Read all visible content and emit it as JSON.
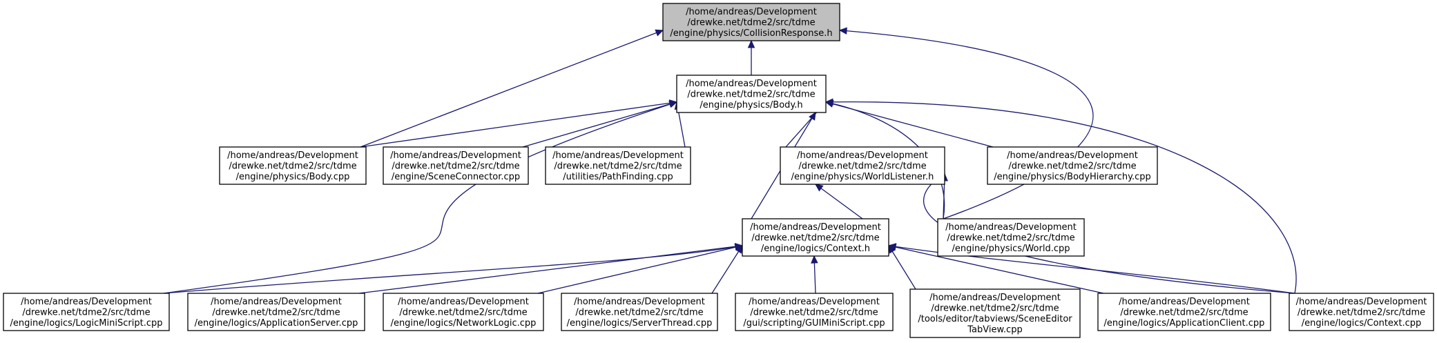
{
  "diagram": {
    "type": "include-dependency-graph",
    "colors": {
      "edge": "#191970",
      "root_fill": "#bfbfbf",
      "node_fill": "#ffffff",
      "node_border": "#000000"
    },
    "nodes": [
      {
        "id": "collision_response_h",
        "root": true,
        "lines": [
          "/home/andreas/Development",
          "/drewke.net/tdme2/src/tdme",
          "/engine/physics/CollisionResponse.h"
        ]
      },
      {
        "id": "body_h",
        "lines": [
          "/home/andreas/Development",
          "/drewke.net/tdme2/src/tdme",
          "/engine/physics/Body.h"
        ]
      },
      {
        "id": "body_cpp",
        "lines": [
          "/home/andreas/Development",
          "/drewke.net/tdme2/src/tdme",
          "/engine/physics/Body.cpp"
        ]
      },
      {
        "id": "scene_connector_cpp",
        "lines": [
          "/home/andreas/Development",
          "/drewke.net/tdme2/src/tdme",
          "/engine/SceneConnector.cpp"
        ]
      },
      {
        "id": "path_finding_cpp",
        "lines": [
          "/home/andreas/Development",
          "/drewke.net/tdme2/src/tdme",
          "/utilities/PathFinding.cpp"
        ]
      },
      {
        "id": "world_listener_h",
        "lines": [
          "/home/andreas/Development",
          "/drewke.net/tdme2/src/tdme",
          "/engine/physics/WorldListener.h"
        ]
      },
      {
        "id": "body_hierarchy_cpp",
        "lines": [
          "/home/andreas/Development",
          "/drewke.net/tdme2/src/tdme",
          "/engine/physics/BodyHierarchy.cpp"
        ]
      },
      {
        "id": "context_h",
        "lines": [
          "/home/andreas/Development",
          "/drewke.net/tdme2/src/tdme",
          "/engine/logics/Context.h"
        ]
      },
      {
        "id": "world_cpp",
        "lines": [
          "/home/andreas/Development",
          "/drewke.net/tdme2/src/tdme",
          "/engine/physics/World.cpp"
        ]
      },
      {
        "id": "logic_mini_script_cpp",
        "lines": [
          "/home/andreas/Development",
          "/drewke.net/tdme2/src/tdme",
          "/engine/logics/LogicMiniScript.cpp"
        ]
      },
      {
        "id": "application_server_cpp",
        "lines": [
          "/home/andreas/Development",
          "/drewke.net/tdme2/src/tdme",
          "/engine/logics/ApplicationServer.cpp"
        ]
      },
      {
        "id": "network_logic_cpp",
        "lines": [
          "/home/andreas/Development",
          "/drewke.net/tdme2/src/tdme",
          "/engine/logics/NetworkLogic.cpp"
        ]
      },
      {
        "id": "server_thread_cpp",
        "lines": [
          "/home/andreas/Development",
          "/drewke.net/tdme2/src/tdme",
          "/engine/logics/ServerThread.cpp"
        ]
      },
      {
        "id": "gui_mini_script_cpp",
        "lines": [
          "/home/andreas/Development",
          "/drewke.net/tdme2/src/tdme",
          "/gui/scripting/GUIMiniScript.cpp"
        ]
      },
      {
        "id": "scene_editor_tab_view_cpp",
        "lines": [
          "/home/andreas/Development",
          "/drewke.net/tdme2/src/tdme",
          "/tools/editor/tabviews/SceneEditor",
          "TabView.cpp"
        ]
      },
      {
        "id": "application_client_cpp",
        "lines": [
          "/home/andreas/Development",
          "/drewke.net/tdme2/src/tdme",
          "/engine/logics/ApplicationClient.cpp"
        ]
      },
      {
        "id": "context_cpp",
        "lines": [
          "/home/andreas/Development",
          "/drewke.net/tdme2/src/tdme",
          "/engine/logics/Context.cpp"
        ]
      }
    ],
    "edges": [
      {
        "from": "body_h",
        "to": "collision_response_h"
      },
      {
        "from": "body_cpp",
        "to": "collision_response_h"
      },
      {
        "from": "world_cpp",
        "to": "collision_response_h"
      },
      {
        "from": "body_cpp",
        "to": "body_h"
      },
      {
        "from": "scene_connector_cpp",
        "to": "body_h"
      },
      {
        "from": "path_finding_cpp",
        "to": "body_h"
      },
      {
        "from": "world_listener_h",
        "to": "body_h"
      },
      {
        "from": "body_hierarchy_cpp",
        "to": "body_h"
      },
      {
        "from": "context_h",
        "to": "body_h"
      },
      {
        "from": "world_cpp",
        "to": "body_h"
      },
      {
        "from": "logic_mini_script_cpp",
        "to": "body_h"
      },
      {
        "from": "context_cpp",
        "to": "body_h"
      },
      {
        "from": "context_h",
        "to": "world_listener_h"
      },
      {
        "from": "world_cpp",
        "to": "world_listener_h"
      },
      {
        "from": "context_cpp",
        "to": "world_listener_h"
      },
      {
        "from": "logic_mini_script_cpp",
        "to": "context_h"
      },
      {
        "from": "application_server_cpp",
        "to": "context_h"
      },
      {
        "from": "network_logic_cpp",
        "to": "context_h"
      },
      {
        "from": "server_thread_cpp",
        "to": "context_h"
      },
      {
        "from": "gui_mini_script_cpp",
        "to": "context_h"
      },
      {
        "from": "scene_editor_tab_view_cpp",
        "to": "context_h"
      },
      {
        "from": "application_client_cpp",
        "to": "context_h"
      },
      {
        "from": "context_cpp",
        "to": "context_h"
      }
    ]
  }
}
